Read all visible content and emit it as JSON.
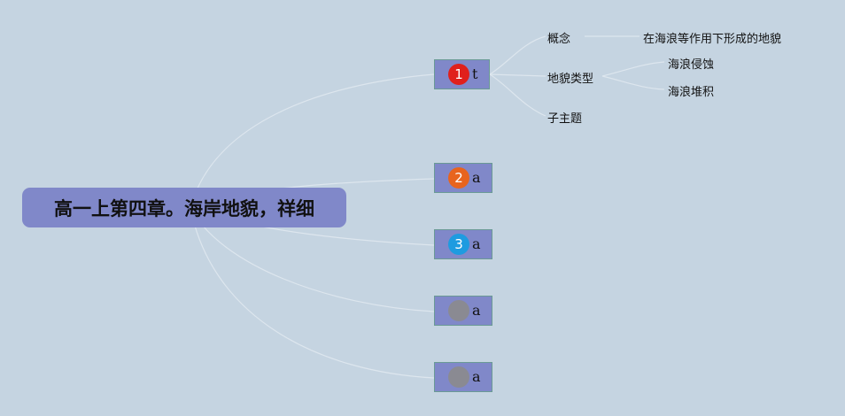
{
  "root": {
    "title": "高一上第四章。海岸地貌，祥细"
  },
  "topics": [
    {
      "number": "1",
      "label": "t",
      "color": "#e0201c"
    },
    {
      "number": "2",
      "label": "a",
      "color": "#e8641e"
    },
    {
      "number": "3",
      "label": "a",
      "color": "#1e9be0"
    },
    {
      "number": "",
      "label": "a",
      "color": "#8a8a92"
    },
    {
      "number": "",
      "label": "a",
      "color": "#8a8a92"
    }
  ],
  "subtopics": {
    "concept": "概念",
    "concept_detail": "在海浪等作用下形成的地貌",
    "landform_types": "地貌类型",
    "erosion": "海浪侵蚀",
    "deposition": "海浪堆积",
    "subtopic": "子主题"
  },
  "colors": {
    "background": "#c5d4e1",
    "node_fill": "#8088c9",
    "connector": "#dde6ee"
  }
}
